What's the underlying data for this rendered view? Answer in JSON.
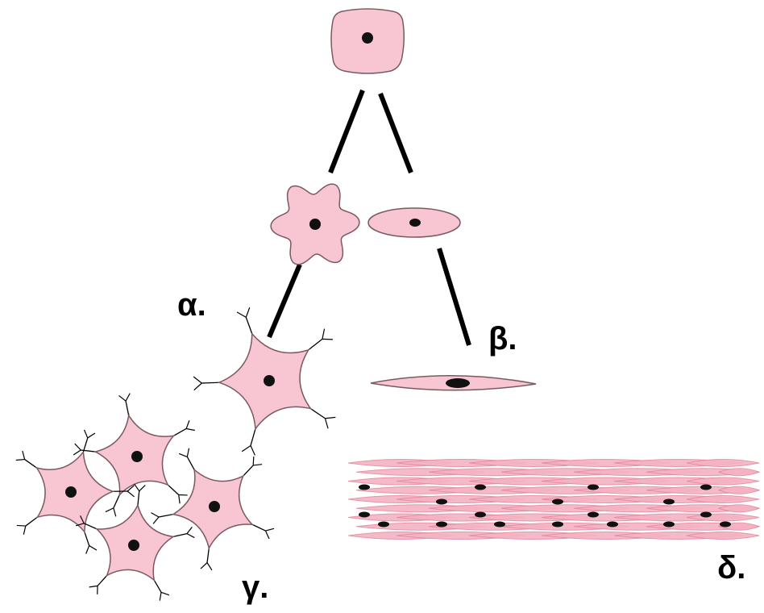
{
  "labels": {
    "alpha": "α.",
    "beta": "β.",
    "gamma": "γ.",
    "delta": "δ."
  },
  "colors": {
    "cell_fill": "#f8c6d2",
    "cell_outline": "#7a5a60",
    "nucleus": "#111111",
    "line": "#000000",
    "tissue_fill": "#f5b3c2",
    "tissue_outline": "#e58aa0"
  }
}
